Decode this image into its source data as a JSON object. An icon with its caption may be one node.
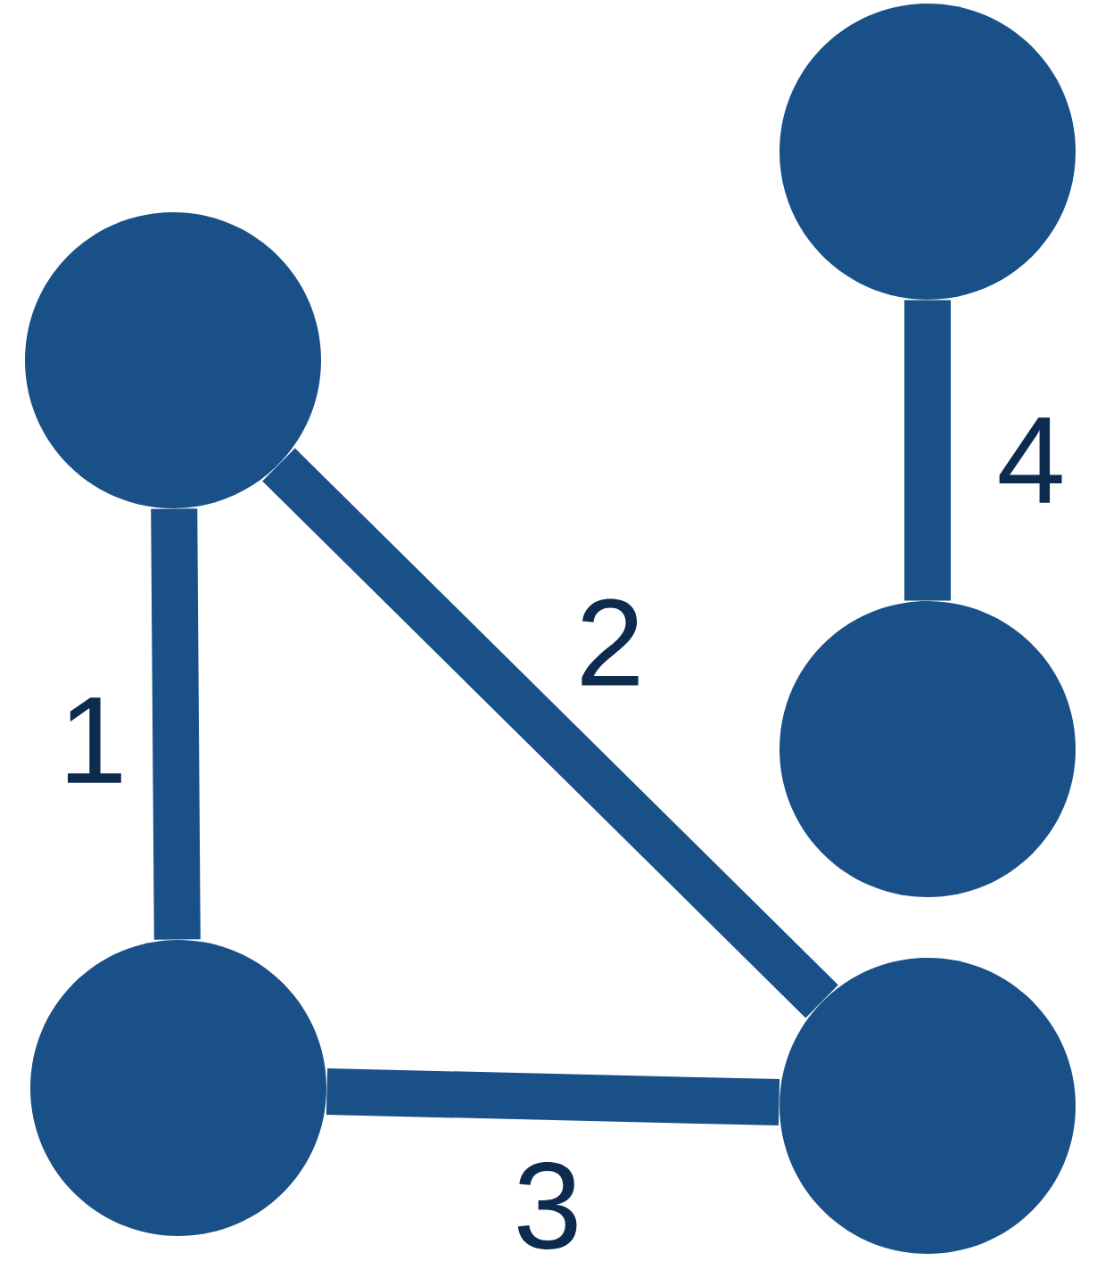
{
  "diagram": {
    "nodes": [
      {
        "text": [],
        "shape": "circle"
      },
      {
        "text": [],
        "shape": "circle"
      },
      {
        "text": [],
        "shape": "circle"
      },
      {
        "text": [],
        "shape": "circle"
      },
      {
        "text": [],
        "shape": "circle"
      }
    ],
    "edges": [
      {
        "from": 1,
        "to": 3,
        "arrow": "none",
        "label": "1"
      },
      {
        "from": 1,
        "to": 4,
        "arrow": "none",
        "label": "2"
      },
      {
        "from": 3,
        "to": 4,
        "arrow": "none",
        "label": "3"
      },
      {
        "from": 0,
        "to": 2,
        "arrow": "none",
        "label": "4"
      }
    ]
  }
}
